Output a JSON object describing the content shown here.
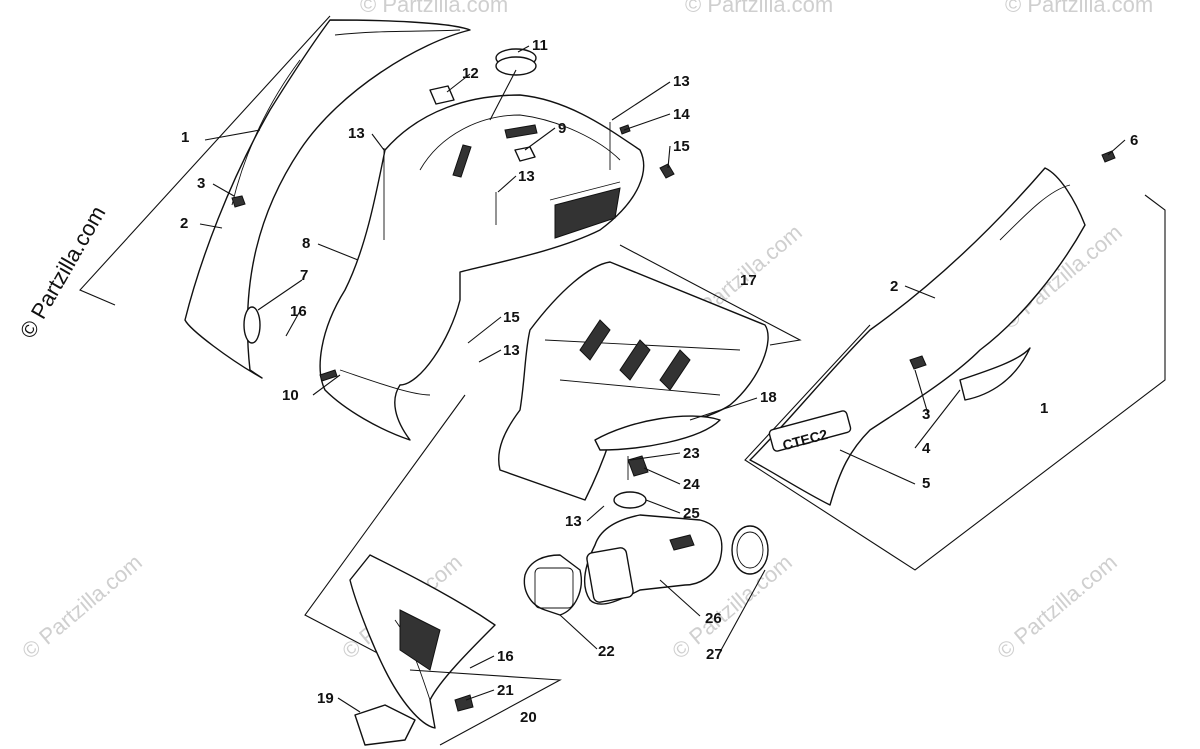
{
  "credit": "© Partzilla.com",
  "watermark": "© Partzilla.com",
  "callouts": [
    {
      "id": "c1a",
      "text": "1"
    },
    {
      "id": "c2a",
      "text": "2"
    },
    {
      "id": "c3a",
      "text": "3"
    },
    {
      "id": "c7",
      "text": "7"
    },
    {
      "id": "c16a",
      "text": "16"
    },
    {
      "id": "c10",
      "text": "10"
    },
    {
      "id": "c8",
      "text": "8"
    },
    {
      "id": "c13a",
      "text": "13"
    },
    {
      "id": "c12",
      "text": "12"
    },
    {
      "id": "c11",
      "text": "11"
    },
    {
      "id": "c9",
      "text": "9"
    },
    {
      "id": "c13b",
      "text": "13"
    },
    {
      "id": "c13c",
      "text": "13"
    },
    {
      "id": "c14",
      "text": "14"
    },
    {
      "id": "c15a",
      "text": "15"
    },
    {
      "id": "c6",
      "text": "6"
    },
    {
      "id": "c17",
      "text": "17"
    },
    {
      "id": "c15b",
      "text": "15"
    },
    {
      "id": "c13d",
      "text": "13"
    },
    {
      "id": "c18",
      "text": "18"
    },
    {
      "id": "c2b",
      "text": "2"
    },
    {
      "id": "c3b",
      "text": "3"
    },
    {
      "id": "c4",
      "text": "4"
    },
    {
      "id": "c5",
      "text": "5"
    },
    {
      "id": "c1b",
      "text": "1"
    },
    {
      "id": "c23",
      "text": "23"
    },
    {
      "id": "c24",
      "text": "24"
    },
    {
      "id": "c25",
      "text": "25"
    },
    {
      "id": "c13e",
      "text": "13"
    },
    {
      "id": "c26",
      "text": "26"
    },
    {
      "id": "c22",
      "text": "22"
    },
    {
      "id": "c27",
      "text": "27"
    },
    {
      "id": "c16b",
      "text": "16"
    },
    {
      "id": "c21",
      "text": "21"
    },
    {
      "id": "c19",
      "text": "19"
    },
    {
      "id": "c20",
      "text": "20"
    }
  ]
}
